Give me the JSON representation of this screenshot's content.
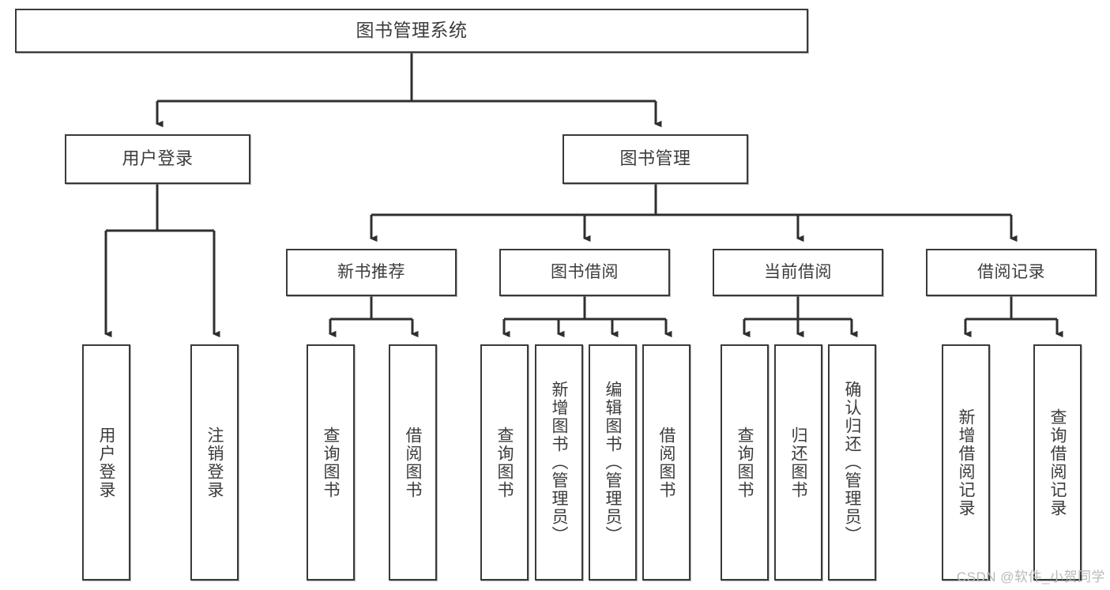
{
  "diagram": {
    "title": "图书管理系统",
    "type": "tree-structure-chart",
    "watermark": "CSDN @软件_小贺同学",
    "colors": {
      "node_border": "#3a3a3a",
      "node_fill": "#ffffff",
      "connector": "#2f2f2f",
      "text": "#3c3c3c",
      "watermark": "#b9b9b9"
    }
  },
  "nodes": {
    "root": {
      "label": "图书管理系统"
    },
    "level1": [
      {
        "id": "user-login",
        "label": "用户登录"
      },
      {
        "id": "book-management",
        "label": "图书管理"
      }
    ],
    "level2": [
      {
        "id": "new-book-recommend",
        "label": "新书推荐"
      },
      {
        "id": "book-borrow",
        "label": "图书借阅"
      },
      {
        "id": "current-borrow",
        "label": "当前借阅"
      },
      {
        "id": "borrow-record",
        "label": "借阅记录"
      }
    ],
    "leaves": {
      "user_login": [
        {
          "id": "leaf-user-login",
          "label": "用户登录"
        },
        {
          "id": "leaf-logout-login",
          "label": "注销登录"
        }
      ],
      "new_book_recommend": [
        {
          "id": "leaf-query-book-1",
          "label": "查询图书"
        },
        {
          "id": "leaf-borrow-book-1",
          "label": "借阅图书"
        }
      ],
      "book_borrow": [
        {
          "id": "leaf-query-book-2",
          "label": "查询图书"
        },
        {
          "id": "leaf-add-book",
          "label": "新增图书（管理员）"
        },
        {
          "id": "leaf-edit-book",
          "label": "编辑图书（管理员）"
        },
        {
          "id": "leaf-borrow-book-2",
          "label": "借阅图书"
        }
      ],
      "current_borrow": [
        {
          "id": "leaf-query-book-3",
          "label": "查询图书"
        },
        {
          "id": "leaf-return-book",
          "label": "归还图书"
        },
        {
          "id": "leaf-confirm-return",
          "label": "确认归还（管理员）"
        }
      ],
      "borrow_record": [
        {
          "id": "leaf-add-record",
          "label": "新增借阅记录"
        },
        {
          "id": "leaf-query-record",
          "label": "查询借阅记录"
        }
      ]
    }
  }
}
